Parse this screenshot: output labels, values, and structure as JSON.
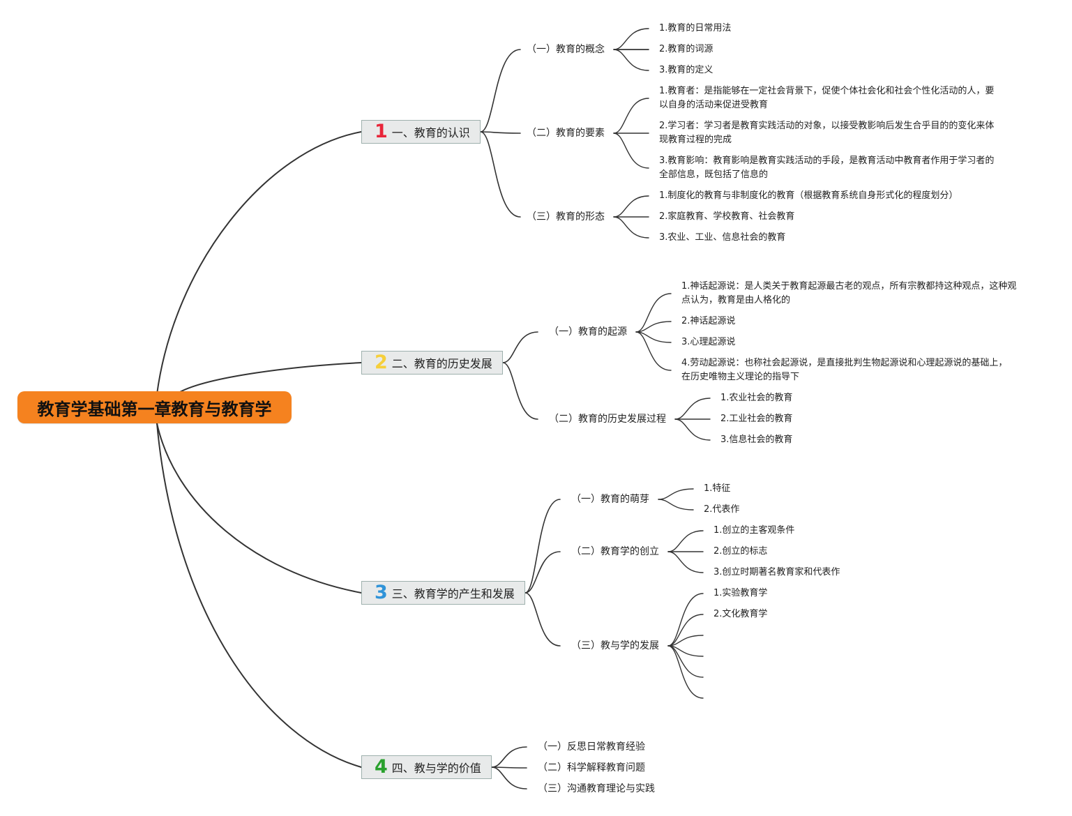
{
  "root": {
    "title": "教育学基础第一章教育与教育学"
  },
  "colors": {
    "root_fill": "#f5821f",
    "branch_fill": "#e8eaea",
    "num1": "#e8263a",
    "num2": "#f6cf3a",
    "num3": "#2f93d8",
    "num4": "#2aa12e",
    "line": "#333333"
  },
  "branches": [
    {
      "num": "1",
      "label": "一、教育的认识",
      "children": [
        {
          "label": "（一）教育的概念",
          "items": [
            "1.教育的日常用法",
            "2.教育的词源",
            "3.教育的定义"
          ]
        },
        {
          "label": "（二）教育的要素",
          "items": [
            "1.教育者：是指能够在一定社会背景下，促使个体社会化和社会个性化活动的人，要以自身的活动来促进受教育",
            "2.学习者：学习者是教育实践活动的对象，以接受教影响后发生合乎目的的变化来体现教育过程的完成",
            "3.教育影响：教育影响是教育实践活动的手段，是教育活动中教育者作用于学习者的全部信息，既包括了信息的"
          ]
        },
        {
          "label": "（三）教育的形态",
          "items": [
            "1.制度化的教育与非制度化的教育（根据教育系统自身形式化的程度划分）",
            "2.家庭教育、学校教育、社会教育",
            "3.农业、工业、信息社会的教育"
          ]
        }
      ]
    },
    {
      "num": "2",
      "label": "二、教育的历史发展",
      "children": [
        {
          "label": "（一）教育的起源",
          "items": [
            "1.神话起源说：是人类关于教育起源最古老的观点，所有宗教都持这种观点，这种观点认为，教育是由人格化的",
            "2.神话起源说",
            "3.心理起源说",
            "4.劳动起源说：也称社会起源说，是直接批判生物起源说和心理起源说的基础上，在历史唯物主义理论的指导下"
          ]
        },
        {
          "label": "（二）教育的历史发展过程",
          "items": [
            "1.农业社会的教育",
            "2.工业社会的教育",
            "3.信息社会的教育"
          ]
        }
      ]
    },
    {
      "num": "3",
      "label": "三、教育学的产生和发展",
      "children": [
        {
          "label": "（一）教育的萌芽",
          "items": [
            "1.特征",
            "2.代表作"
          ]
        },
        {
          "label": "（二）教育学的创立",
          "items": [
            "1.创立的主客观条件",
            "2.创立的标志",
            "3.创立时期著名教育家和代表作"
          ]
        },
        {
          "label": "（三）教与学的发展",
          "items": [
            "1.实验教育学",
            "2.文化教育学",
            "",
            "",
            "",
            ""
          ]
        }
      ]
    },
    {
      "num": "4",
      "label": "四、教与学的价值",
      "children": [
        {
          "label": "（一）反思日常教育经验",
          "items": []
        },
        {
          "label": "（二）科学解释教育问题",
          "items": []
        },
        {
          "label": "（三）沟通教育理论与实践",
          "items": []
        }
      ]
    }
  ]
}
